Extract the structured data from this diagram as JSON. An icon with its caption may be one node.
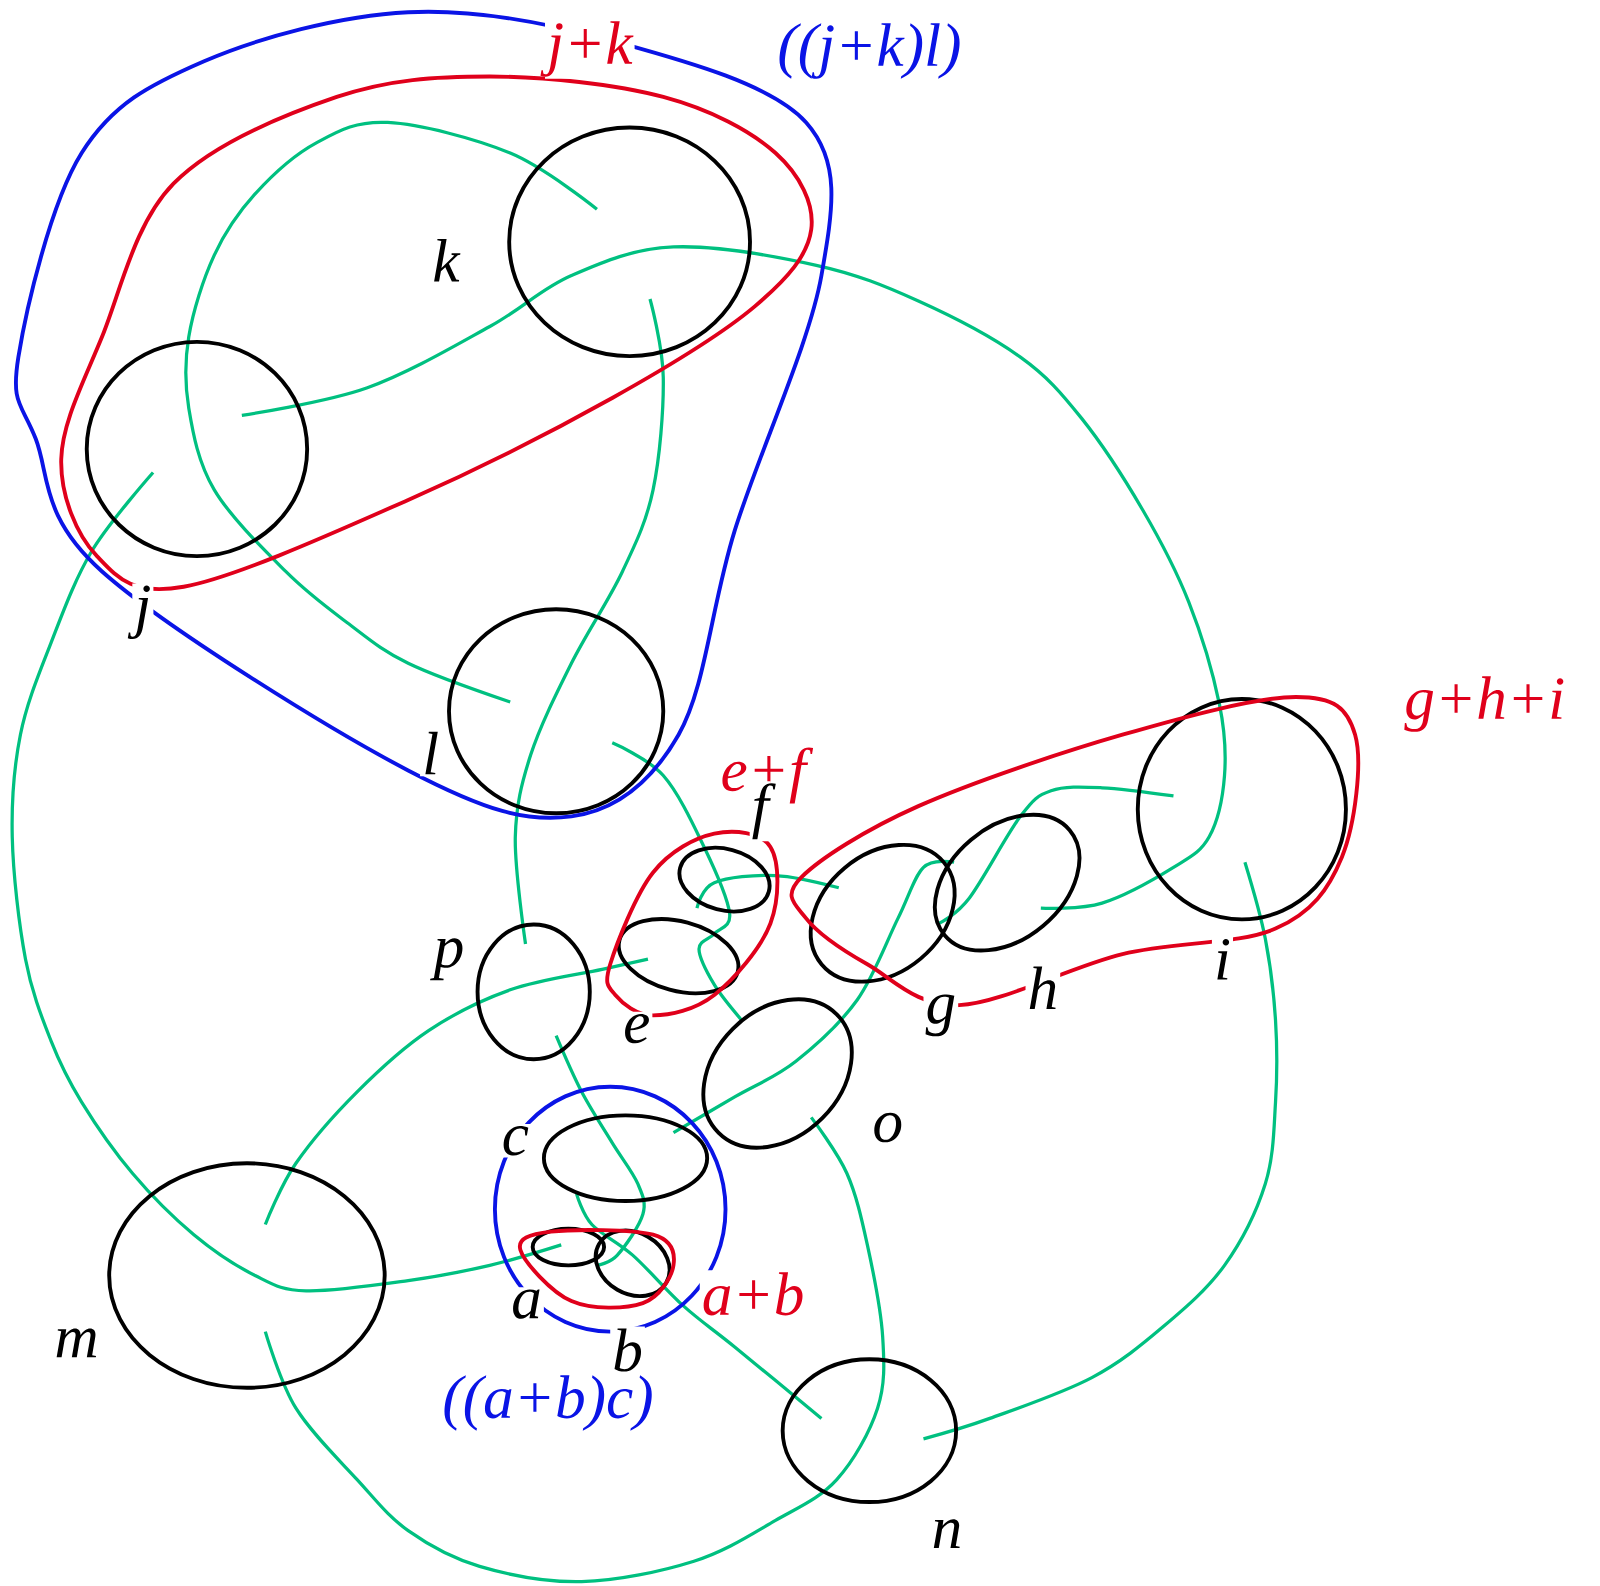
{
  "diagram": {
    "labels": [
      "j+k",
      "((j+k)l)",
      "k",
      "j",
      "l",
      "e+f",
      "f",
      "g+h+i",
      "p",
      "e",
      "g",
      "h",
      "i",
      "o",
      "c",
      "a",
      "a+b",
      "b",
      "m",
      "((a+b)c)",
      "n"
    ]
  }
}
